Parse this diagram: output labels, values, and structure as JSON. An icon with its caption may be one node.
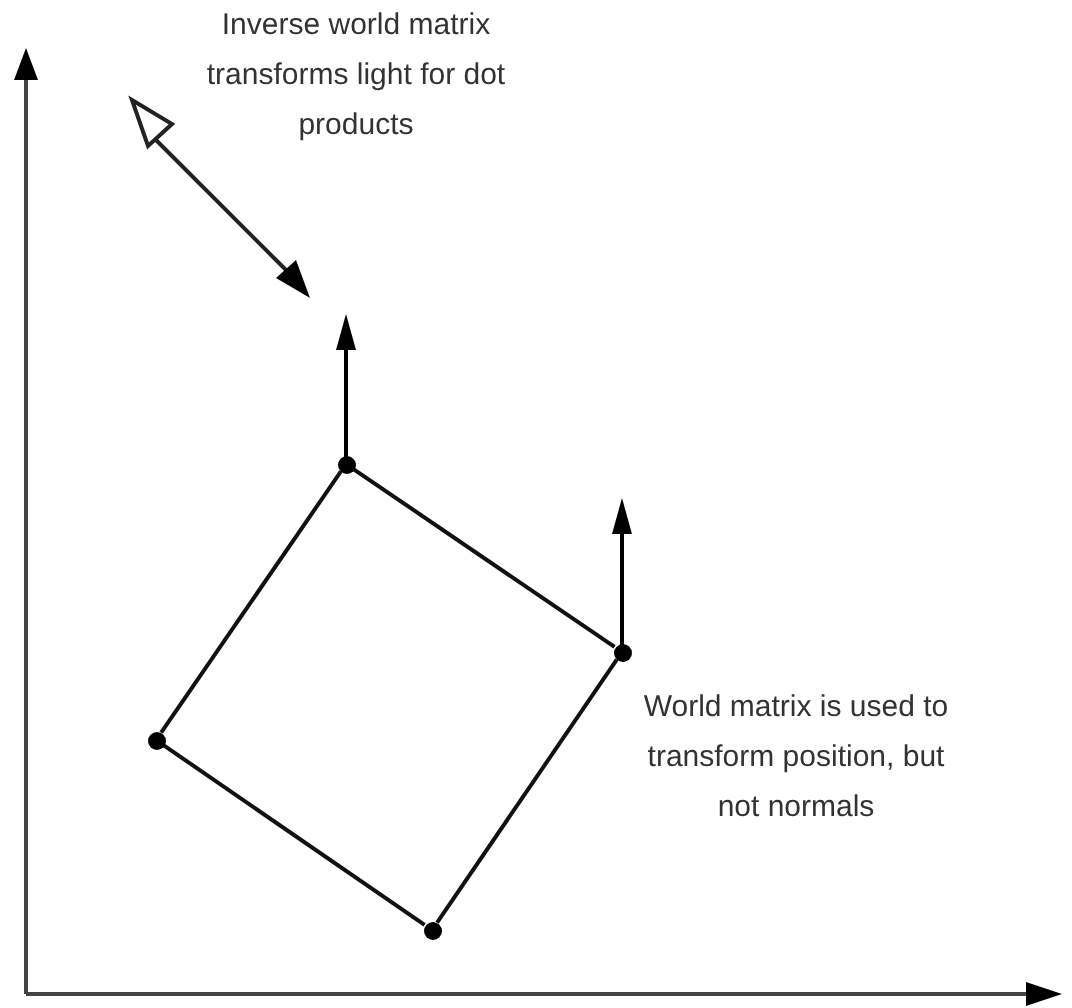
{
  "diagram": {
    "nodes": [
      {
        "text": [],
        "shape": "circle"
      },
      {
        "text": [],
        "shape": "circle"
      },
      {
        "text": [],
        "shape": "circle"
      },
      {
        "text": [],
        "shape": "circle"
      }
    ],
    "edges": [
      {
        "from": 0,
        "to": 1,
        "arrow": "none"
      },
      {
        "from": 1,
        "to": 2,
        "arrow": "none"
      },
      {
        "from": 2,
        "to": 3,
        "arrow": "none"
      },
      {
        "from": 3,
        "to": 0,
        "arrow": "none"
      }
    ],
    "labels": [
      "Inverse world matrix transforms light for dot products",
      "World matrix is used to transform position, but not normals"
    ]
  }
}
